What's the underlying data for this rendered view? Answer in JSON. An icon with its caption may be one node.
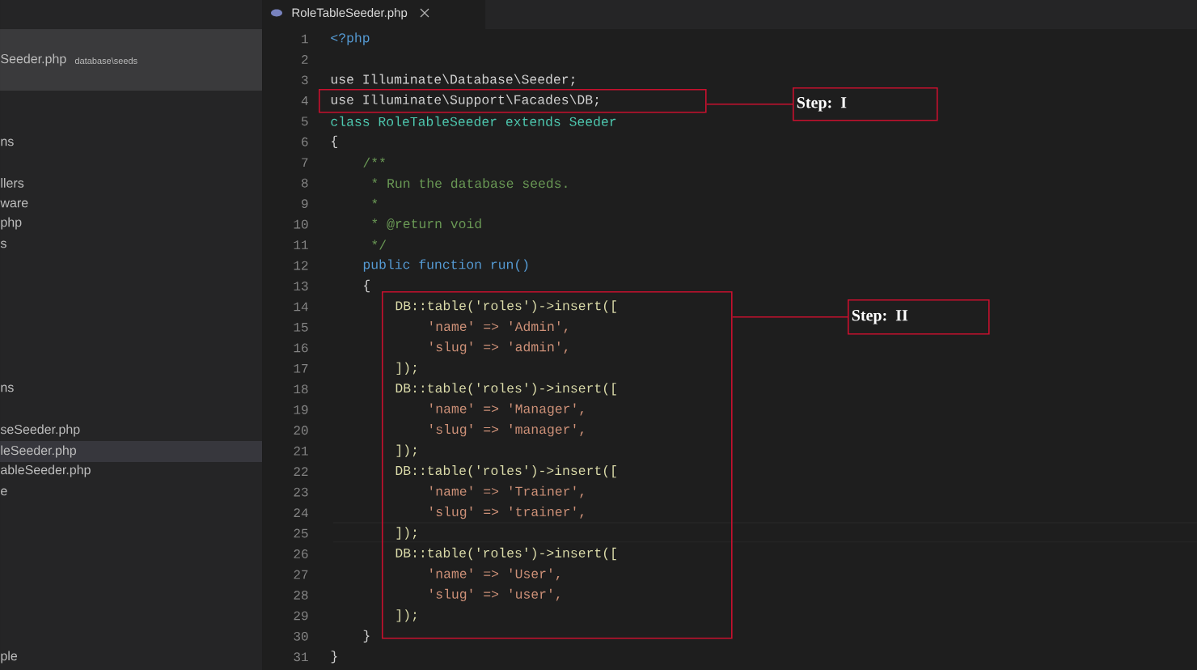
{
  "diagram": {
    "nodes": [
      {
        "text": [],
        "shape": "box"
      },
      {
        "text": [
          "Step: I"
        ]
      },
      {
        "text": [],
        "shape": "box"
      },
      {
        "text": [
          "Step: II"
        ]
      }
    ],
    "edges": [
      {
        "from": 1,
        "to": 0,
        "arrow": "none"
      },
      {
        "from": 3,
        "to": 2,
        "arrow": "none"
      }
    ],
    "labels": [
      "Seeder.php",
      "database\\seeds",
      "ns",
      "llers",
      "ware",
      "php",
      "s",
      "ns",
      "seSeeder.php",
      "leSeeder.php",
      "ableSeeder.php",
      "e",
      "ple",
      "RoleTableSeeder.php",
      "1",
      "<?php",
      "2",
      "3",
      "use Illuminate\\Database\\Seeder;",
      "4",
      "use Illuminate\\Support\\Facades\\DB;",
      "5",
      "class RoleTableSeeder extends Seeder",
      "6",
      "{",
      "7",
      "/**",
      "8",
      "* Run the database seeds.",
      "9",
      "*",
      "10",
      "* @return void",
      "11",
      "*/",
      "12",
      "public function run()",
      "13",
      "{",
      "14",
      "DB::table('roles')->insert([",
      "15",
      "'name' => 'Admin',",
      "16",
      "'slug' => 'admin',",
      "17",
      "]);",
      "18",
      "DB::table('roles')->insert([",
      "19",
      "'name' => 'Manager',",
      "20",
      "'slug' => 'manager',",
      "21",
      "]);",
      "22",
      "DB::table('roles')->insert([",
      "23",
      "'name' => 'Trainer',",
      "24",
      "'slug' => 'trainer',",
      "25",
      "]);",
      "26",
      "DB::table('roles')->insert([",
      "27",
      "'name' => 'User',",
      "28",
      "'slug' => 'user',",
      "29",
      "]);",
      "30",
      "}",
      "31",
      "}"
    ]
  }
}
